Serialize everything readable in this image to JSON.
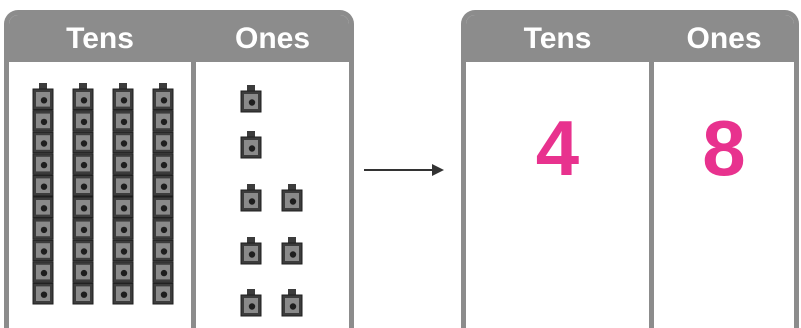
{
  "left_chart": {
    "tens_header": "Tens",
    "ones_header": "Ones",
    "tens_rods": 4,
    "cubes_per_rod": 10,
    "ones_cubes": 8
  },
  "right_chart": {
    "tens_header": "Tens",
    "ones_header": "Ones",
    "tens_value": "4",
    "ones_value": "8"
  },
  "colors": {
    "frame": "#8c8c8c",
    "header_text": "#ffffff",
    "digit": "#e8328e",
    "cube_dark": "#3c3c3c",
    "cube_light": "#8a8a8a"
  },
  "icons": {
    "arrow": "right-arrow-icon",
    "rod": "tens-rod-icon",
    "cube": "unit-cube-icon"
  }
}
